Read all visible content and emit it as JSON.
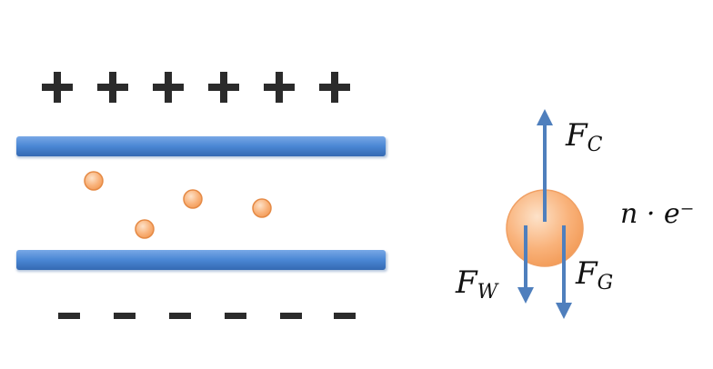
{
  "capacitor": {
    "plus_signs": [
      "+",
      "+",
      "+",
      "+",
      "+",
      "+"
    ],
    "minus_signs": [
      "-",
      "-",
      "-",
      "-",
      "-",
      "-"
    ],
    "droplet_count": 4
  },
  "forces": {
    "coulomb": {
      "symbol": "F",
      "subscript": "C"
    },
    "friction": {
      "symbol": "F",
      "subscript": "W"
    },
    "gravity": {
      "symbol": "F",
      "subscript": "G"
    },
    "charge_label": "n · e⁻"
  },
  "colors": {
    "plate": "#4a86d4",
    "plate_dark": "#3b73c0",
    "droplet_fill": "#f9b27a",
    "droplet_stroke": "#e58a45",
    "arrow": "#4f7fbd",
    "sign": "#2b2b2b"
  }
}
